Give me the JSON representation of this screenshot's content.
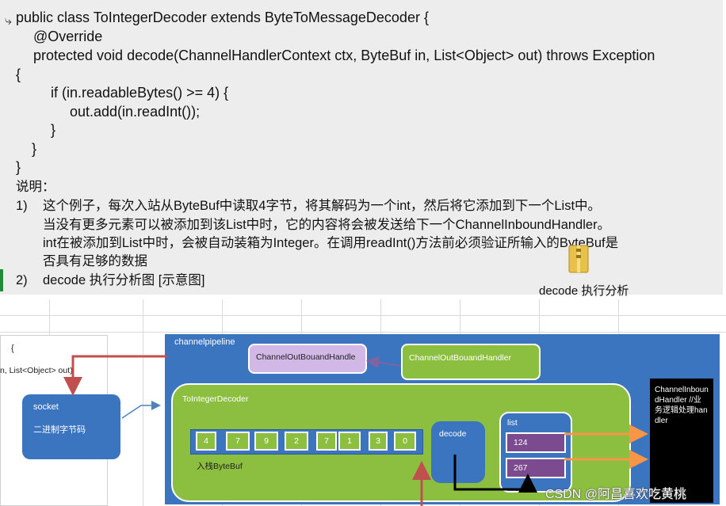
{
  "code": {
    "lines": [
      "public class ToIntegerDecoder extends ByteToMessageDecoder {",
      "@Override",
      "protected void decode(ChannelHandlerContext ctx, ByteBuf in, List<Object> out) throws Exception",
      "{",
      "if (in.readableBytes() >= 4) {",
      "out.add(in.readInt());",
      "}",
      "}",
      "}"
    ]
  },
  "notes": {
    "heading": "说明：",
    "item1_num": "1)",
    "item1_lines": [
      "这个例子，每次入站从ByteBuf中读取4字节，将其解码为一个int，然后将它添加到下一个List中。",
      "当没有更多元素可以被添加到该List中时，它的内容将会被发送给下一个ChannelInboundHandler。",
      "int在被添加到List中时，会被自动装箱为Integer。在调用readInt()方法前必须验证所输入的ByteBuf是",
      "否具有足够的数据"
    ],
    "item2_num": "2)",
    "item2_text": "decode 执行分析图 [示意图]",
    "folder_caption": "decode 执行分析"
  },
  "diagram": {
    "code_fragment_1": "{",
    "code_fragment_2": "n, List<Object> out)",
    "pipeline_label": "channelpipeline",
    "outbound_1": "ChannelOutBouandHandle",
    "outbound_2": "ChannelOutBouandHandler",
    "decoder_label": "ToIntegerDecoder",
    "bytes": [
      "4",
      "7",
      "9",
      "2",
      "7",
      "1",
      "3",
      "0"
    ],
    "bytebuf_label": "入栈ByteBuf",
    "decode_label": "decode",
    "list_label": "list",
    "list_items": [
      "124",
      "267"
    ],
    "socket_title": "socket",
    "socket_desc": "二进制字节码",
    "handler_text": "ChannelInboundHandler //业务逻辑处理handler"
  },
  "colors": {
    "pipeline_blue": "#3b74bf",
    "green": "#8cbf3f",
    "purple_light": "#d2b8e6",
    "list_item_purple": "#7b4a8f",
    "arrow_red": "#c0504d",
    "arrow_orange": "#f79646"
  },
  "watermark": "CSDN @阿昌喜欢吃黄桃"
}
